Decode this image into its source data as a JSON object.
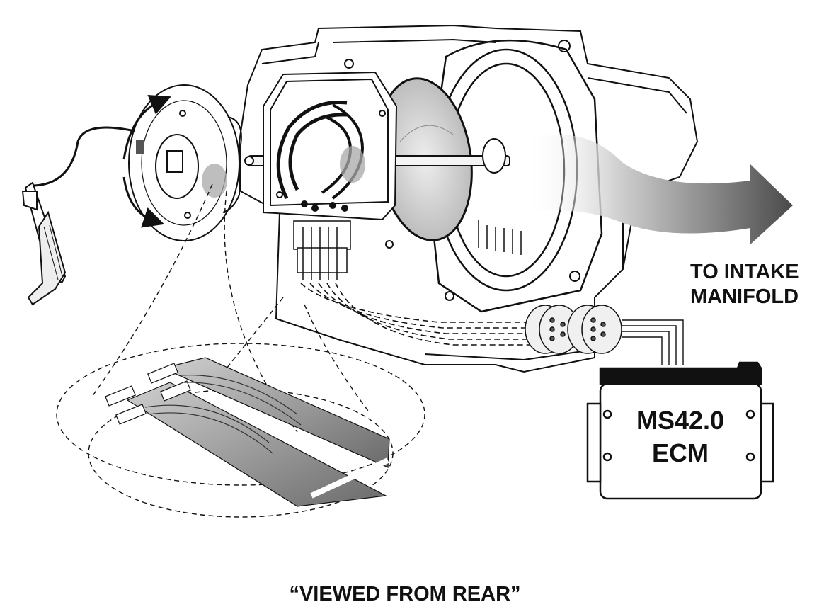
{
  "labels": {
    "airflow_line1": "TO INTAKE",
    "airflow_line2": "MANIFOLD",
    "ecm_line1": "MS42.0",
    "ecm_line2": "ECM",
    "caption": "“VIEWED FROM REAR”"
  },
  "colors": {
    "ink": "#111111",
    "shade_light": "#d9d9d9",
    "shade_mid": "#a8a8a8",
    "shade_dark": "#555555",
    "paper": "#ffffff"
  }
}
